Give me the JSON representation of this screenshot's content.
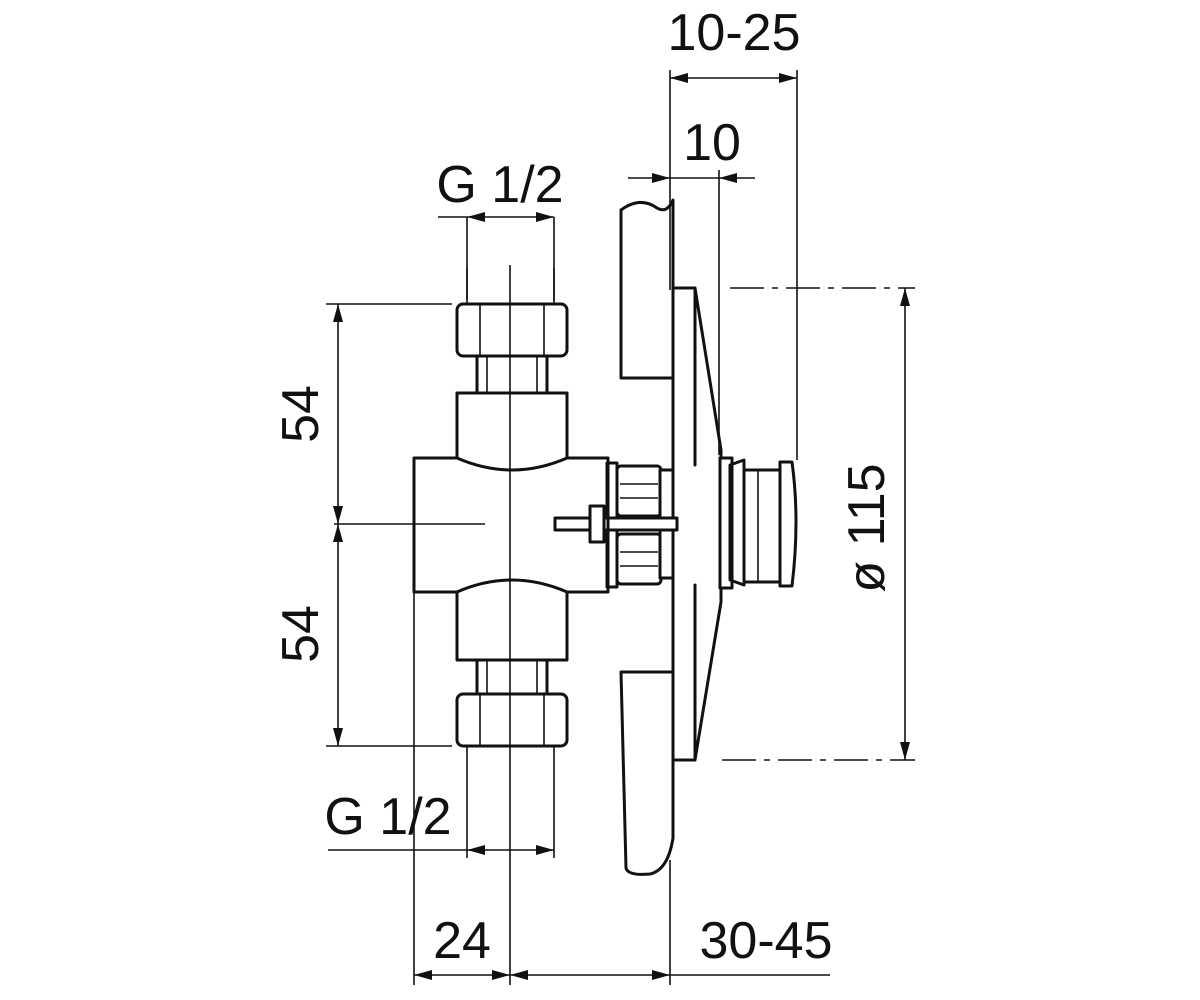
{
  "drawing": {
    "labels": {
      "top_clamp_range": "10-25",
      "top_plate_thickness": "10",
      "inlet_thread_top": "G 1/2",
      "outlet_thread_bottom": "G 1/2",
      "half_height_upper": "54",
      "half_height_lower": "54",
      "plate_diameter": "ø 115",
      "axis_offset": "24",
      "wall_depth_range": "30-45"
    }
  }
}
